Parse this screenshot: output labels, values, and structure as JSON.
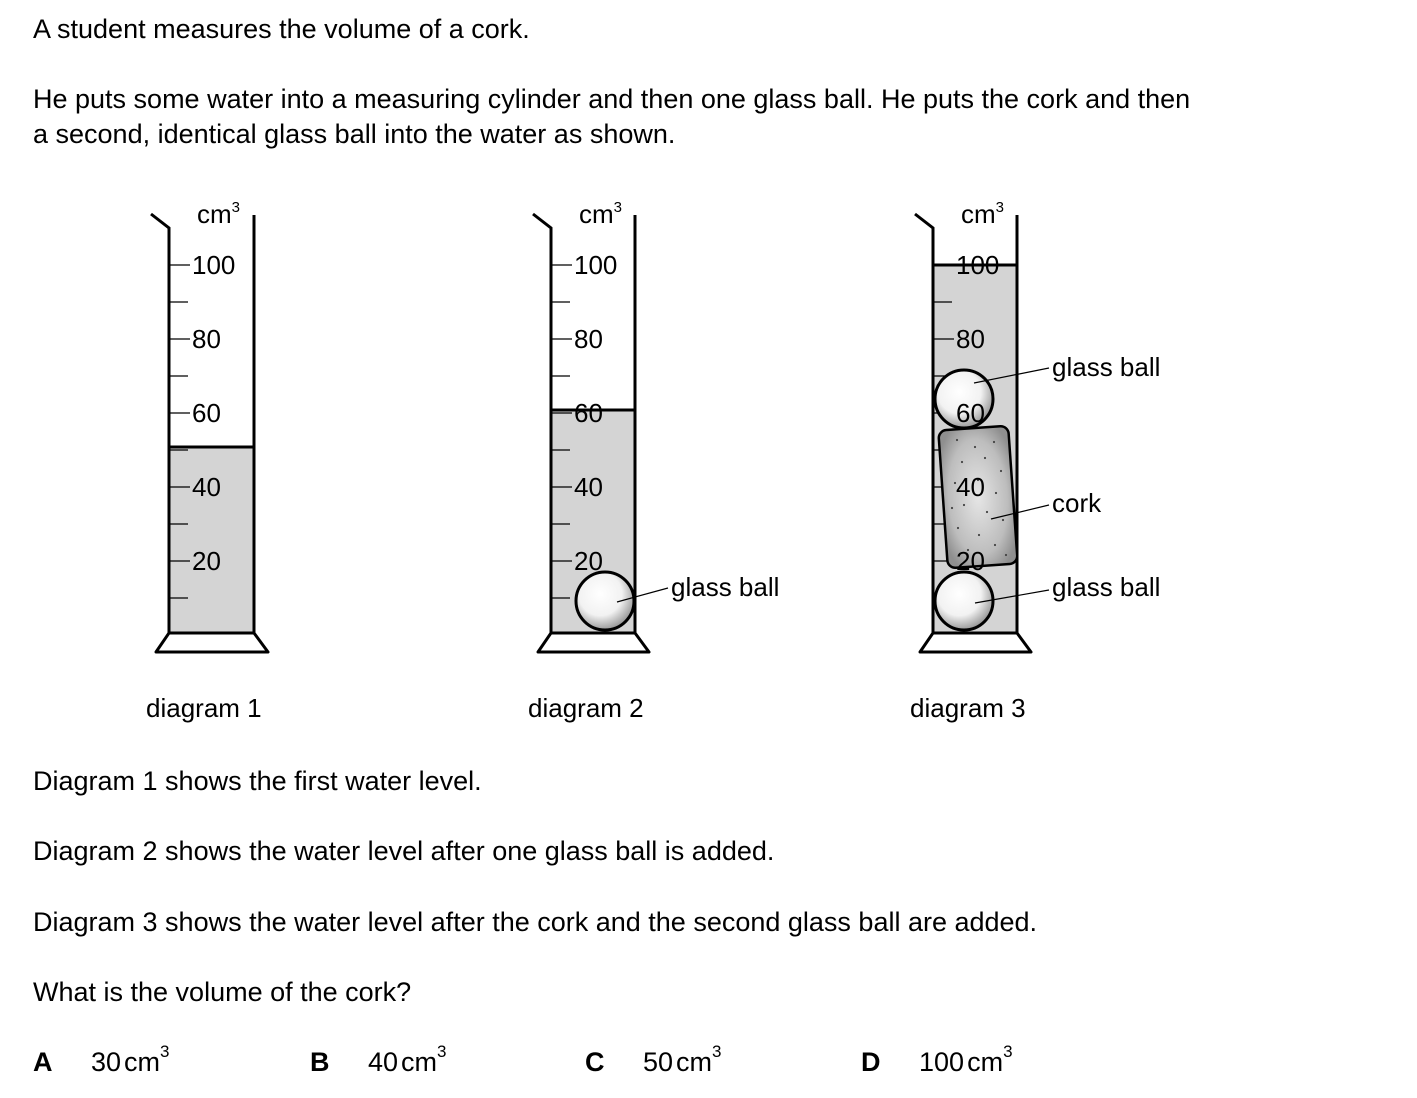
{
  "question": {
    "intro": "A student measures the volume of a cork.",
    "method_line1": "He puts some water into a measuring cylinder and then one glass ball. He puts the cork and then",
    "method_line2": "a second, identical glass ball into the water as shown.",
    "statement1": "Diagram 1 shows the first water level.",
    "statement2": "Diagram 2 shows the water level after one glass ball is added.",
    "statement3": "Diagram 3 shows the water level after the cork and the second glass ball are added.",
    "prompt": "What is the volume of the cork?"
  },
  "figure": {
    "unit_base": "cm",
    "unit_power": "3",
    "scale_labels": [
      "100",
      "80",
      "60",
      "40",
      "20"
    ],
    "water_color": "#d4d4d4",
    "cylinders": [
      {
        "caption": "diagram 1",
        "water_level_cm3": 50,
        "labels": []
      },
      {
        "caption": "diagram 2",
        "water_level_cm3": 60,
        "labels": [
          "glass ball"
        ]
      },
      {
        "caption": "diagram 3",
        "water_level_cm3": 100,
        "labels": [
          "glass ball",
          "cork",
          "glass ball"
        ]
      }
    ]
  },
  "options": [
    {
      "letter": "A",
      "value": "30",
      "unit": "cm",
      "power": "3"
    },
    {
      "letter": "B",
      "value": "40",
      "unit": "cm",
      "power": "3"
    },
    {
      "letter": "C",
      "value": "50",
      "unit": "cm",
      "power": "3"
    },
    {
      "letter": "D",
      "value": "100",
      "unit": "cm",
      "power": "3"
    }
  ]
}
